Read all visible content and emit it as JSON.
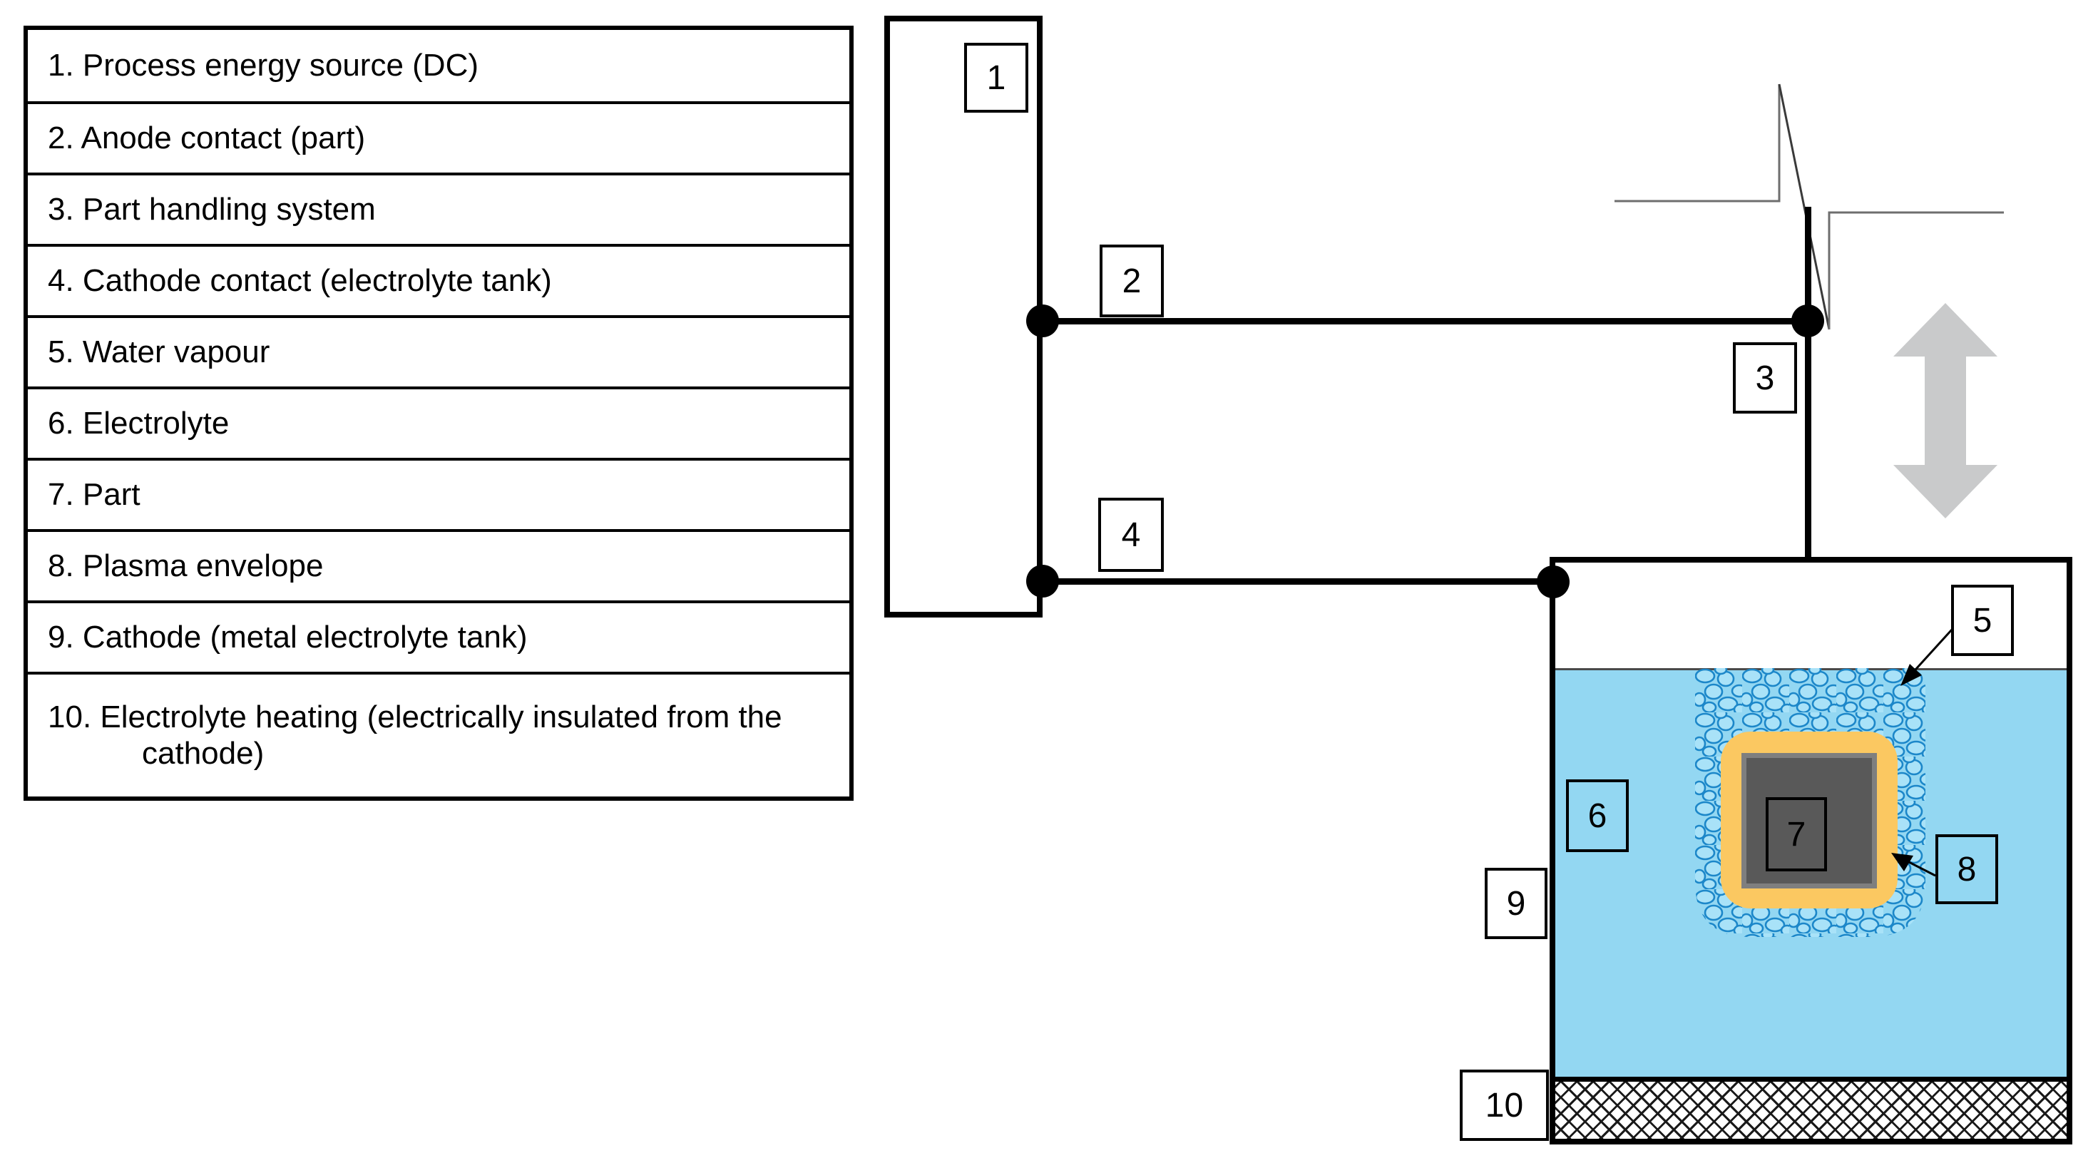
{
  "legend": {
    "items": [
      {
        "label": "1. Process energy source (DC)"
      },
      {
        "label": "2. Anode contact (part)"
      },
      {
        "label": "3. Part handling system"
      },
      {
        "label": "4. Cathode contact (electrolyte tank)"
      },
      {
        "label": "5. Water vapour"
      },
      {
        "label": "6. Electrolyte"
      },
      {
        "label": "7. Part"
      },
      {
        "label": "8. Plasma envelope"
      },
      {
        "label": "9. Cathode (metal electrolyte tank)"
      },
      {
        "label": "10. Electrolyte heating (electrically insulated from the cathode)"
      }
    ]
  },
  "diagram": {
    "component_labels": {
      "process_energy_source": "1",
      "anode_contact": "2",
      "part_handling_system": "3",
      "cathode_contact": "4",
      "water_vapour": "5",
      "electrolyte": "6",
      "part": "7",
      "plasma_envelope": "8",
      "cathode_tank": "9",
      "electrolyte_heating": "10"
    },
    "colors": {
      "electrolyte_fill": "#93D7F2",
      "bubble_outline": "#1C87C9",
      "bubble_fill": "#A9E2F8",
      "plasma_envelope": "#FBC861",
      "part_frame": "#7F7F7F",
      "part_body": "#595959",
      "motion_arrow": "#C9CACB",
      "wire": "#000000"
    }
  }
}
